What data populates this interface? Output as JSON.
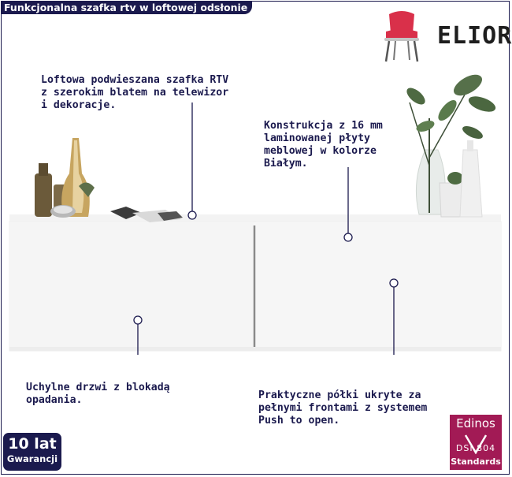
{
  "title": "Funkcjonalna szafka rtv w loftowej odsłonie",
  "logo": {
    "brand": "ELIOR",
    "icon": "red-armchair-icon"
  },
  "annotations": {
    "top_left": "Loftowa podwieszana szafka RTV\nz szerokim blatem na telewizor\ni dekoracje.",
    "top_right": "Konstrukcja z 16 mm\nlaminowanej płyty\nmeblowej w kolorze\nBiałym.",
    "bottom_left": "Uchylne drzwi z blokadą\nopadania.",
    "bottom_right": "Praktyczne półki ukryte za\npełnymi frontami z systemem\nPush to open."
  },
  "warranty_badge": {
    "line1": "10 lat",
    "line2": "Gwarancji"
  },
  "edinos_badge": {
    "name": "Edinos",
    "code": "DSI 804",
    "label": "Standards"
  },
  "colors": {
    "accent": "#1b1a4e",
    "brand_red": "#d9304a",
    "edinos": "#a21a55"
  }
}
